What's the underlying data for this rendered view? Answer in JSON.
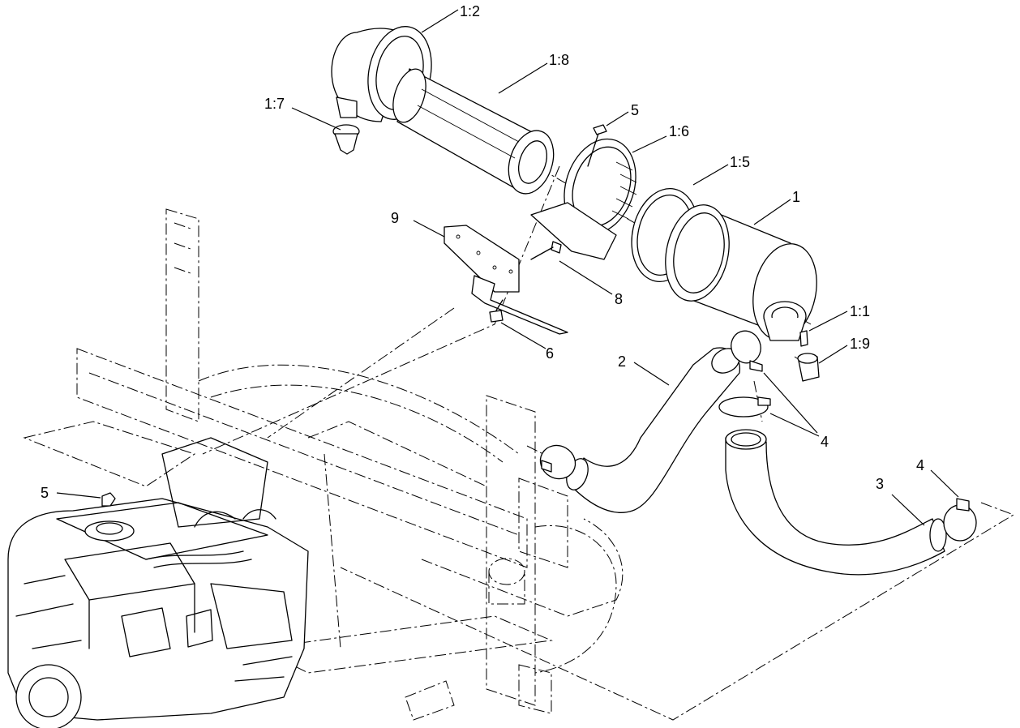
{
  "callouts": [
    {
      "id": "c-1-2",
      "label": "1:2"
    },
    {
      "id": "c-1-8",
      "label": "1:8"
    },
    {
      "id": "c-1-7",
      "label": "1:7"
    },
    {
      "id": "c-5-top",
      "label": "5"
    },
    {
      "id": "c-1-6",
      "label": "1:6"
    },
    {
      "id": "c-1-5",
      "label": "1:5"
    },
    {
      "id": "c-1",
      "label": "1"
    },
    {
      "id": "c-9",
      "label": "9"
    },
    {
      "id": "c-8",
      "label": "8"
    },
    {
      "id": "c-1-1",
      "label": "1:1"
    },
    {
      "id": "c-1-9",
      "label": "1:9"
    },
    {
      "id": "c-6",
      "label": "6"
    },
    {
      "id": "c-2",
      "label": "2"
    },
    {
      "id": "c-4-mid",
      "label": "4"
    },
    {
      "id": "c-4-right",
      "label": "4"
    },
    {
      "id": "c-3",
      "label": "3"
    },
    {
      "id": "c-5-left",
      "label": "5"
    }
  ]
}
